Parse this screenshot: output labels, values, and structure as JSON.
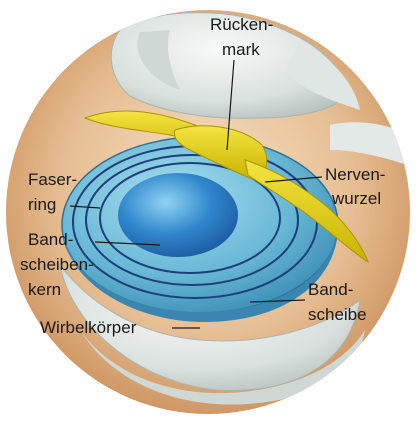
{
  "labels": {
    "spinal_cord": [
      "Rücken-",
      "mark"
    ],
    "nerve_root": [
      "Nerven-",
      "wurzel"
    ],
    "annulus": [
      "Faser-",
      "ring"
    ],
    "nucleus": [
      "Band-",
      "scheiben-",
      "kern"
    ],
    "disc": [
      "Band-",
      "scheibe"
    ],
    "vertebral_body": [
      "Wirbelkörper"
    ]
  },
  "colors": {
    "background_circle": "#d9a774",
    "nerve": "#e8d400",
    "disc_outer": "#7cc6dc",
    "disc_inner": "#2e7fc4",
    "bone": "#e6ecea",
    "ring_lines": "#1d3f7a"
  }
}
